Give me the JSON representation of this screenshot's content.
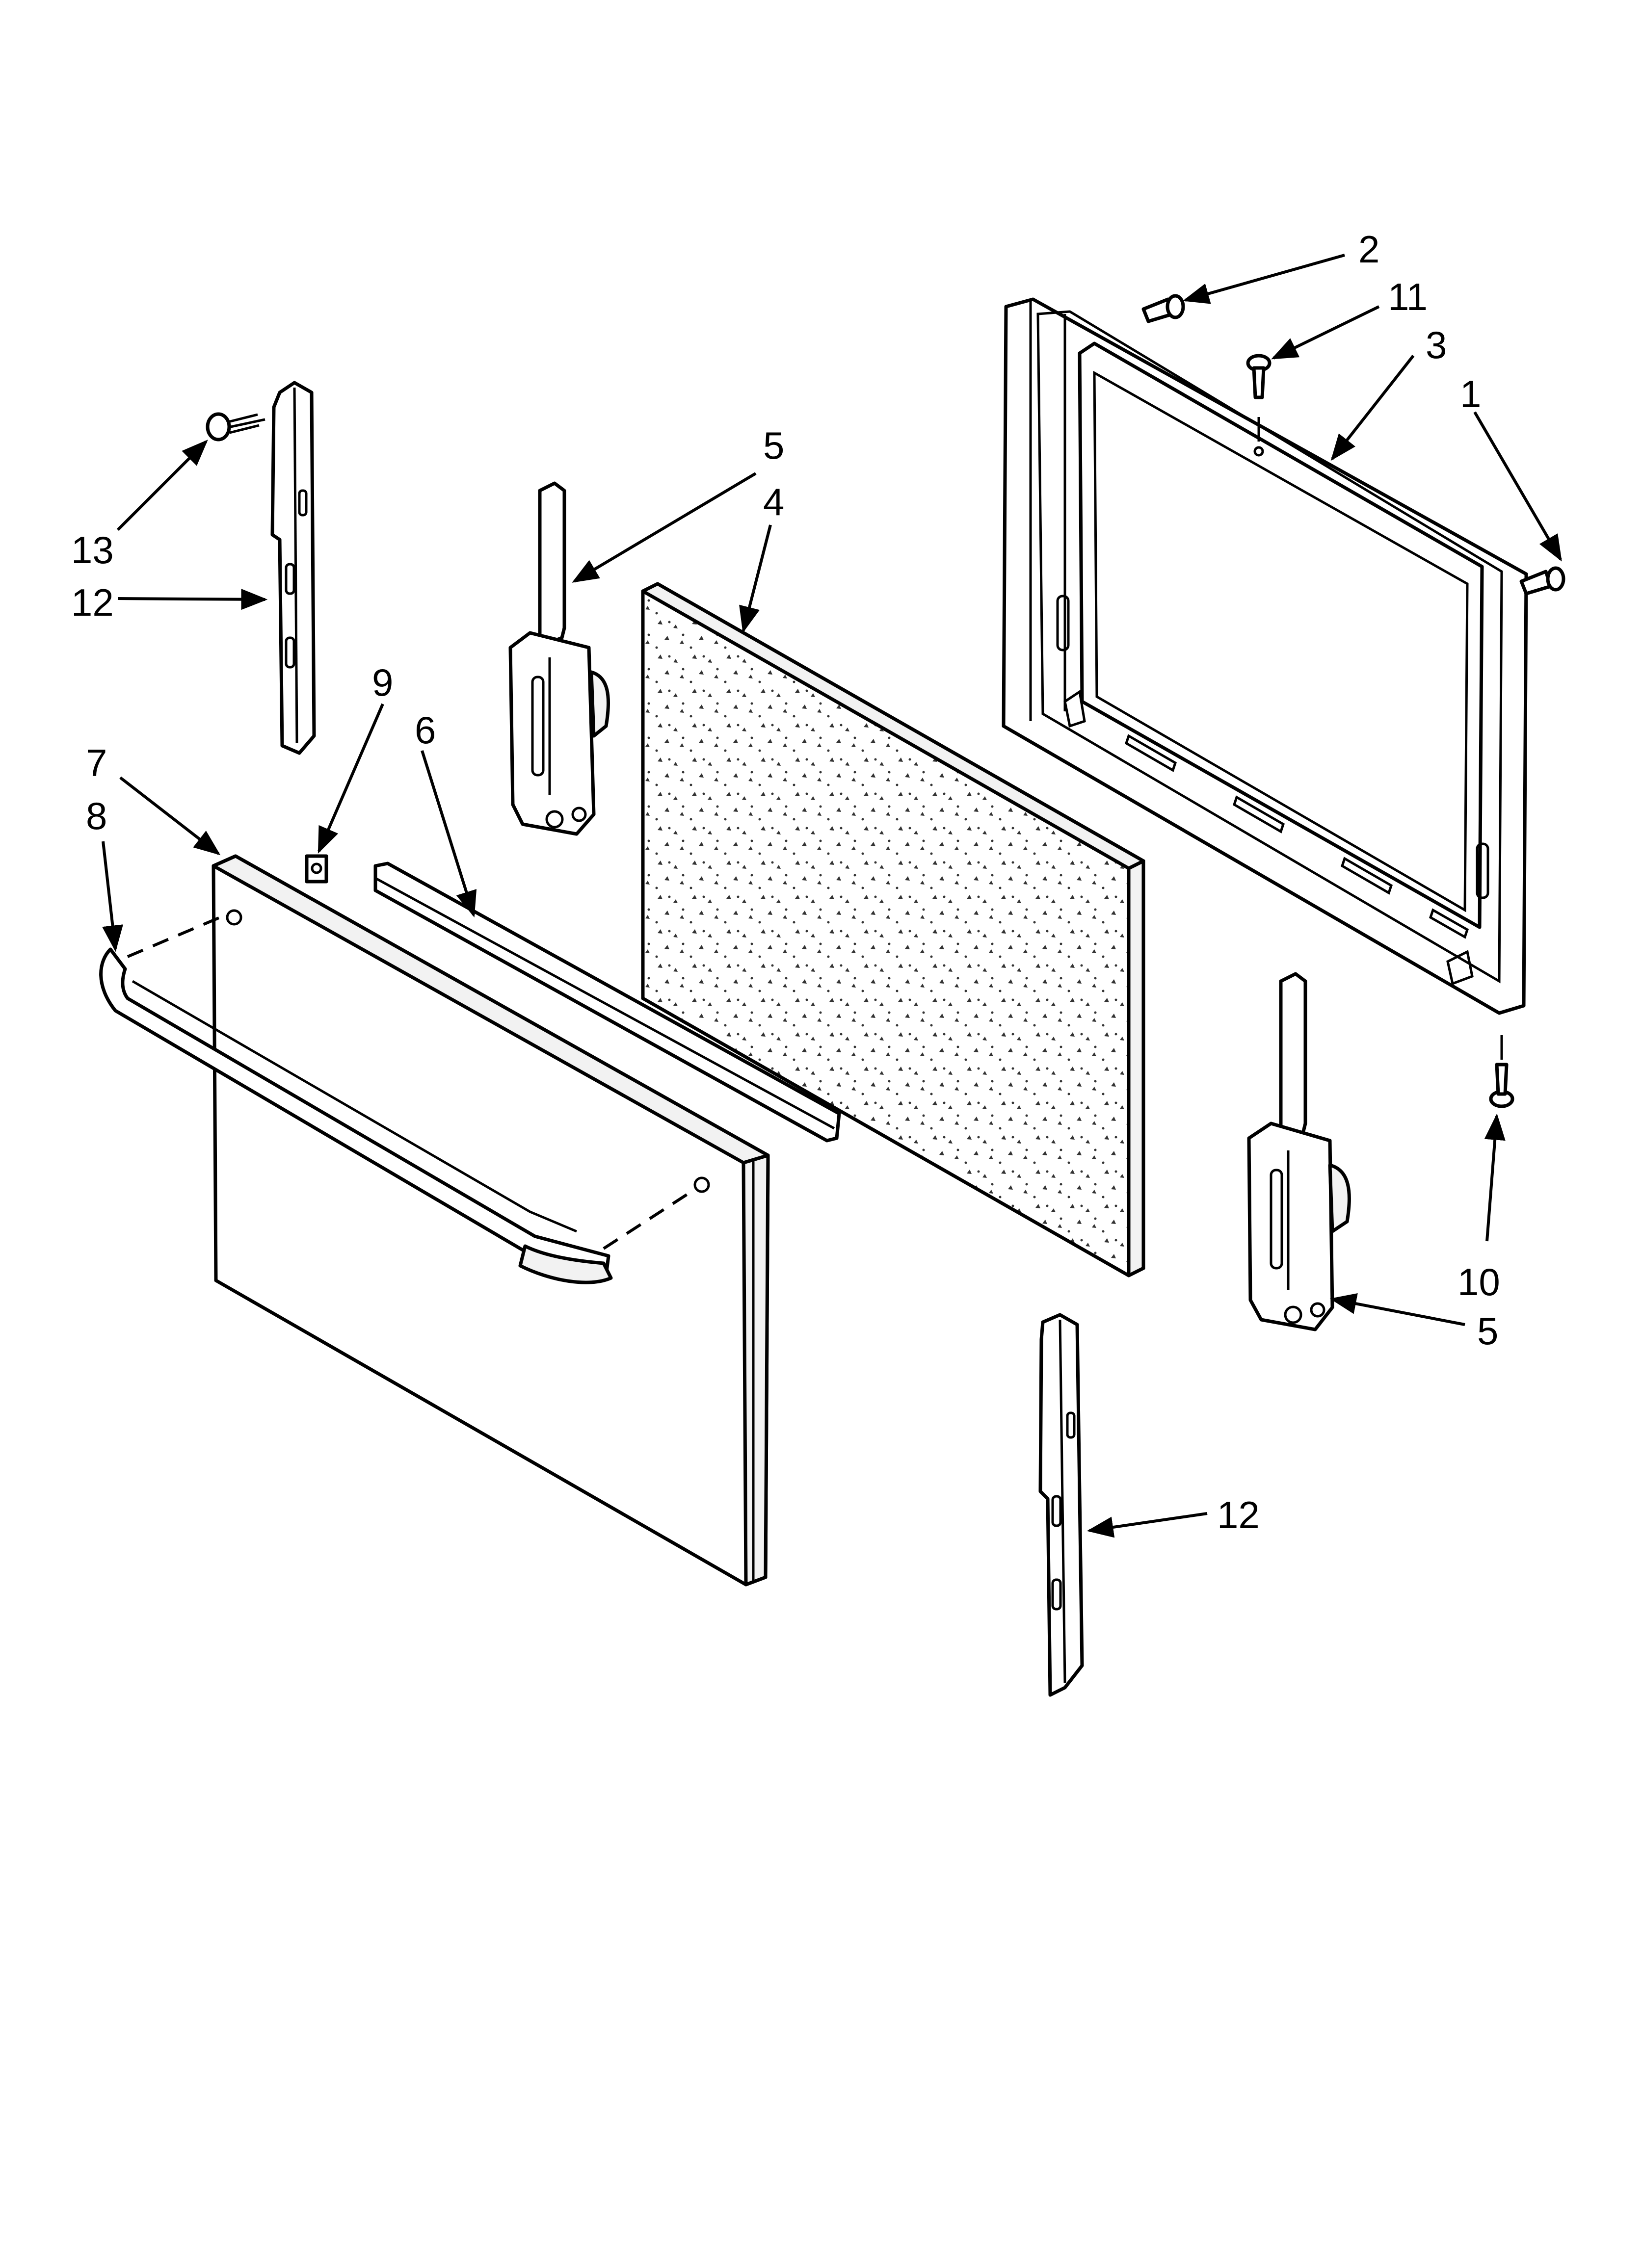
{
  "callouts": {
    "c1": "1",
    "c2": "2",
    "c3": "3",
    "c4": "4",
    "c5_top": "5",
    "c5_bottom": "5",
    "c6": "6",
    "c7": "7",
    "c8": "8",
    "c9": "9",
    "c10": "10",
    "c11": "11",
    "c12_top": "12",
    "c12_bottom": "12",
    "c13": "13"
  },
  "colors": {
    "line": "#000000",
    "background": "#ffffff"
  }
}
